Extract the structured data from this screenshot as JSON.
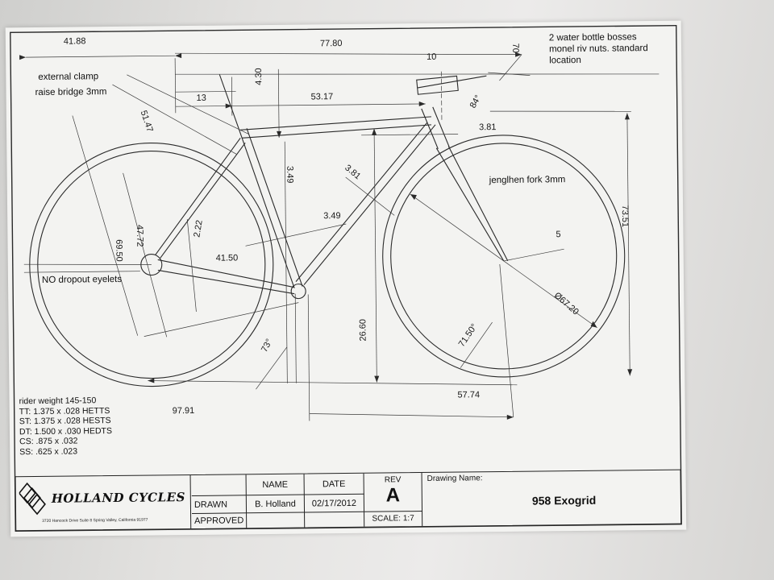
{
  "dimensions": {
    "d_41_88": "41.88",
    "d_77_80": "77.80",
    "d_10": "10",
    "d_70": "70",
    "d_4_30": "4.30",
    "d_13": "13",
    "d_53_17": "53.17",
    "d_84": "84°",
    "d_3_81_a": "3.81",
    "d_3_81_b": "3.81",
    "d_51_47": "51.47",
    "d_3_49_a": "3.49",
    "d_3_49_b": "3.49",
    "d_47_72": "47.72",
    "d_69_50": "69.50",
    "d_2_22": "2.22",
    "d_41_50": "41.50",
    "d_5": "5",
    "d_73_51": "73.51",
    "d_67_20": "Ø67.20",
    "d_71_50": "71.50°",
    "d_73": "73°",
    "d_26_60": "26.60",
    "d_57_74": "57.74",
    "d_97_91": "97.91"
  },
  "notes": {
    "bosses_line1": "2 water bottle bosses",
    "bosses_line2": "monel riv nuts. standard",
    "bosses_line3": "location",
    "clamp": "external clamp",
    "bridge": "raise bridge 3mm",
    "fork": "jenglhen fork 3mm",
    "dropout": "NO dropout eyelets"
  },
  "specs": [
    "rider weight 145-150",
    "TT: 1.375 x .028 HETTS",
    "ST: 1.375 x .028 HESTS",
    "DT: 1.500 x .030 HEDTS",
    "CS: .875 x .032",
    "SS: .625 x .023"
  ],
  "title_block": {
    "company": "HOLLAND CYCLES",
    "address": "3720 Hancock Drive  Suite 8  Spring Valley, California 91977",
    "col_name": "NAME",
    "col_date": "DATE",
    "col_rev": "REV",
    "rev": "A",
    "drawing_name_label": "Drawing Name:",
    "drawing_name": "958 Exogrid",
    "drawn_label": "DRAWN",
    "approved_label": "APPROVED",
    "drawn_by": "B. Holland",
    "drawn_date": "02/17/2012",
    "scale": "SCALE: 1:7"
  },
  "colors": {
    "line": "#2a2a2a",
    "paper": "#f3f3f1",
    "ink": "#111111"
  }
}
